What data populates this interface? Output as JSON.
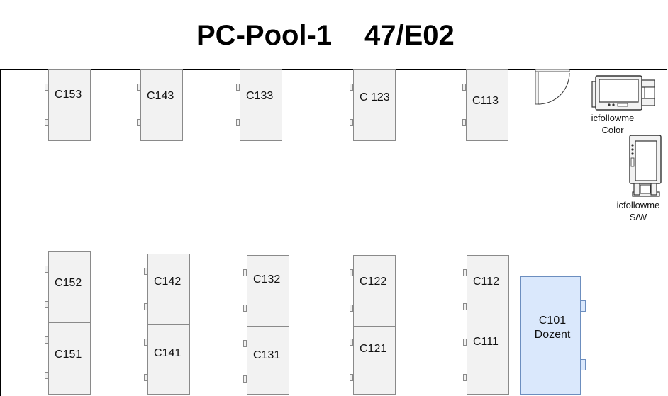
{
  "title": {
    "room": "PC-Pool-1",
    "number": "47/E02"
  },
  "desks_top": [
    "C153",
    "C143",
    "C133",
    "C 123",
    "C113"
  ],
  "desks_bottom_upper": [
    "C152",
    "C142",
    "C132",
    "C122",
    "C112"
  ],
  "desks_bottom_lower": [
    "C151",
    "C141",
    "C131",
    "C121",
    "C111"
  ],
  "teacher_desk": {
    "id": "C101",
    "role": "Dozent"
  },
  "printers": [
    {
      "name": "icfollowme",
      "type": "Color"
    },
    {
      "name": "icfollowme",
      "type": "S/W"
    }
  ],
  "colors": {
    "desk_fill": "#f2f2f2",
    "desk_border": "#8a8a8a",
    "teacher_fill": "#dae8fc",
    "teacher_border": "#6c8ebf"
  },
  "icons": [
    "door-icon",
    "printer-icon"
  ]
}
